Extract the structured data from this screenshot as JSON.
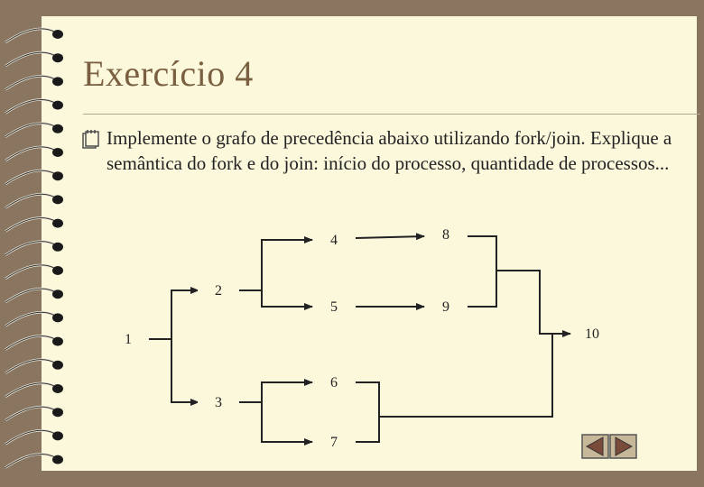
{
  "slide": {
    "title": "Exercício 4",
    "bullet_icon": "notepad-icon",
    "bullet_text": "Implemente o grafo de precedência abaixo utilizando fork/join. Explique a semântica do fork e do join: início do processo, quantidade de processos..."
  },
  "graph": {
    "nodes": [
      "1",
      "2",
      "3",
      "4",
      "5",
      "6",
      "7",
      "8",
      "9",
      "10"
    ],
    "edges": [
      [
        "1",
        "2"
      ],
      [
        "1",
        "3"
      ],
      [
        "2",
        "4"
      ],
      [
        "2",
        "5"
      ],
      [
        "4",
        "8"
      ],
      [
        "5",
        "9"
      ],
      [
        "8",
        "10"
      ],
      [
        "9",
        "10"
      ],
      [
        "3",
        "6"
      ],
      [
        "3",
        "7"
      ],
      [
        "6",
        "10"
      ],
      [
        "7",
        "10"
      ]
    ]
  },
  "navigation": {
    "previous_icon": "previous-slide-icon",
    "next_icon": "next-slide-icon"
  },
  "colors": {
    "slide_background": "#fbf8dc",
    "frame": "#8a7560",
    "title": "#7a6040",
    "edge": "#222222"
  }
}
